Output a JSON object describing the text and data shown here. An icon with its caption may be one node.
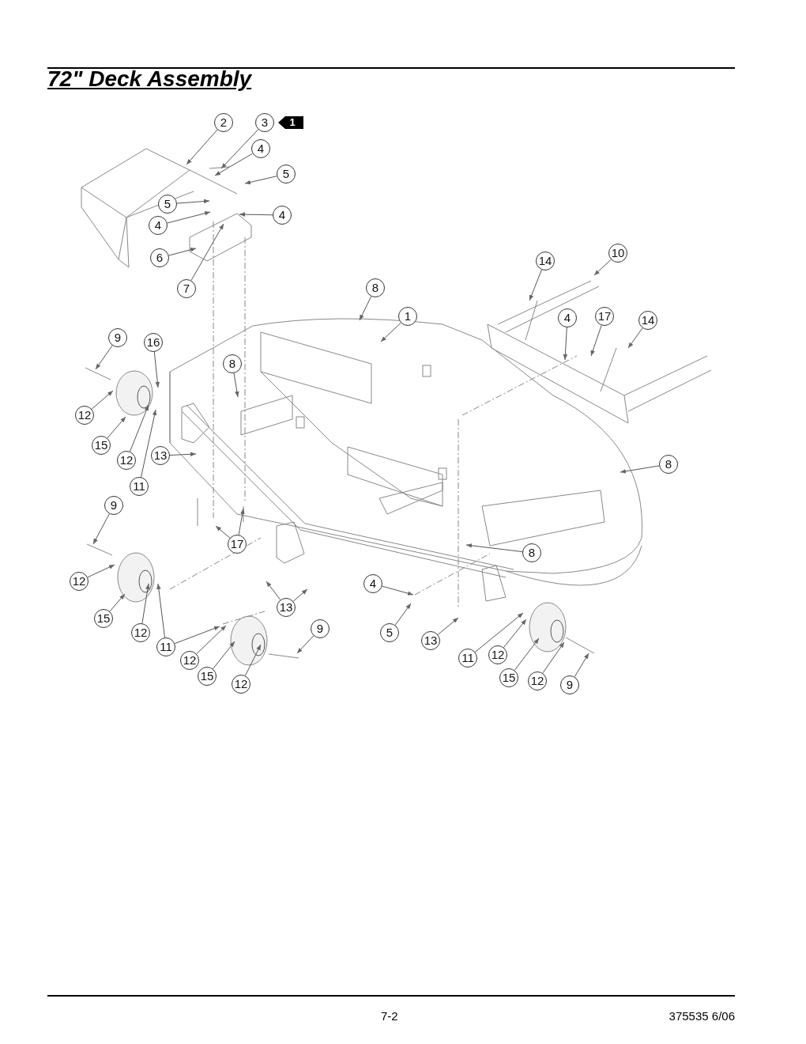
{
  "diagram": {
    "title": "72\" Deck Assembly",
    "nodes": [
      {
        "text": [
          "2"
        ]
      },
      {
        "text": [
          "3"
        ]
      },
      {
        "text": [
          "4"
        ]
      },
      {
        "text": [
          "5"
        ]
      },
      {
        "text": [
          "5"
        ]
      },
      {
        "text": [
          "4"
        ]
      },
      {
        "text": [
          "4"
        ]
      },
      {
        "text": [
          "6"
        ]
      },
      {
        "text": [
          "7"
        ]
      },
      {
        "text": [
          "10"
        ]
      },
      {
        "text": [
          "14"
        ]
      },
      {
        "text": [
          "8"
        ]
      },
      {
        "text": [
          "1"
        ]
      },
      {
        "text": [
          "4"
        ]
      },
      {
        "text": [
          "17"
        ]
      },
      {
        "text": [
          "14"
        ]
      },
      {
        "text": [
          "9"
        ]
      },
      {
        "text": [
          "16"
        ]
      },
      {
        "text": [
          "8"
        ]
      },
      {
        "text": [
          "12"
        ]
      },
      {
        "text": [
          "15"
        ]
      },
      {
        "text": [
          "12"
        ]
      },
      {
        "text": [
          "11"
        ]
      },
      {
        "text": [
          "13"
        ]
      },
      {
        "text": [
          "8"
        ]
      },
      {
        "text": [
          "9"
        ]
      },
      {
        "text": [
          "17"
        ]
      },
      {
        "text": [
          "8"
        ]
      },
      {
        "text": [
          "12"
        ]
      },
      {
        "text": [
          "15"
        ]
      },
      {
        "text": [
          "12"
        ]
      },
      {
        "text": [
          "11"
        ]
      },
      {
        "text": [
          "13"
        ]
      },
      {
        "text": [
          "9"
        ]
      },
      {
        "text": [
          "4"
        ]
      },
      {
        "text": [
          "5"
        ]
      },
      {
        "text": [
          "13"
        ]
      },
      {
        "text": [
          "11"
        ]
      },
      {
        "text": [
          "12"
        ]
      },
      {
        "text": [
          "15"
        ]
      },
      {
        "text": [
          "12"
        ]
      },
      {
        "text": [
          "9"
        ]
      },
      {
        "text": [
          "12"
        ]
      },
      {
        "text": [
          "15"
        ]
      },
      {
        "text": [
          "12"
        ]
      }
    ],
    "edges": [
      {
        "from": 0,
        "to": null,
        "arrow": "to"
      },
      {
        "from": 1,
        "to": null,
        "arrow": "to"
      },
      {
        "from": 2,
        "to": null,
        "arrow": "to"
      },
      {
        "from": 3,
        "to": null,
        "arrow": "to"
      },
      {
        "from": 4,
        "to": null,
        "arrow": "to"
      },
      {
        "from": 5,
        "to": null,
        "arrow": "to"
      },
      {
        "from": 6,
        "to": null,
        "arrow": "to"
      },
      {
        "from": 7,
        "to": null,
        "arrow": "to"
      },
      {
        "from": 8,
        "to": null,
        "arrow": "to"
      },
      {
        "from": 9,
        "to": null,
        "arrow": "to"
      },
      {
        "from": 10,
        "to": null,
        "arrow": "to"
      },
      {
        "from": 11,
        "to": null,
        "arrow": "to"
      },
      {
        "from": 12,
        "to": null,
        "arrow": "to"
      },
      {
        "from": 13,
        "to": null,
        "arrow": "to"
      },
      {
        "from": 14,
        "to": null,
        "arrow": "to"
      },
      {
        "from": 15,
        "to": null,
        "arrow": "to"
      },
      {
        "from": 16,
        "to": null,
        "arrow": "to"
      },
      {
        "from": 17,
        "to": null,
        "arrow": "to"
      },
      {
        "from": 18,
        "to": null,
        "arrow": "to"
      },
      {
        "from": 19,
        "to": null,
        "arrow": "to"
      },
      {
        "from": 20,
        "to": null,
        "arrow": "to"
      },
      {
        "from": 21,
        "to": null,
        "arrow": "to"
      },
      {
        "from": 22,
        "to": null,
        "arrow": "to"
      },
      {
        "from": 23,
        "to": null,
        "arrow": "to"
      },
      {
        "from": 24,
        "to": null,
        "arrow": "to"
      },
      {
        "from": 25,
        "to": null,
        "arrow": "to"
      },
      {
        "from": 26,
        "to": null,
        "arrow": "to"
      },
      {
        "from": 26,
        "to": null,
        "arrow": "to"
      },
      {
        "from": 27,
        "to": null,
        "arrow": "to"
      },
      {
        "from": 28,
        "to": null,
        "arrow": "to"
      },
      {
        "from": 29,
        "to": null,
        "arrow": "to"
      },
      {
        "from": 30,
        "to": null,
        "arrow": "to"
      },
      {
        "from": 31,
        "to": null,
        "arrow": "to"
      },
      {
        "from": 31,
        "to": null,
        "arrow": "to"
      },
      {
        "from": 32,
        "to": null,
        "arrow": "to"
      },
      {
        "from": 32,
        "to": null,
        "arrow": "to"
      },
      {
        "from": 33,
        "to": null,
        "arrow": "to"
      },
      {
        "from": 34,
        "to": null,
        "arrow": "to"
      },
      {
        "from": 35,
        "to": null,
        "arrow": "to"
      },
      {
        "from": 36,
        "to": null,
        "arrow": "to"
      },
      {
        "from": 37,
        "to": null,
        "arrow": "to"
      },
      {
        "from": 38,
        "to": null,
        "arrow": "to"
      },
      {
        "from": 39,
        "to": null,
        "arrow": "to"
      },
      {
        "from": 40,
        "to": null,
        "arrow": "to"
      },
      {
        "from": 41,
        "to": null,
        "arrow": "to"
      },
      {
        "from": 42,
        "to": null,
        "arrow": "to"
      },
      {
        "from": 43,
        "to": null,
        "arrow": "to"
      },
      {
        "from": 44,
        "to": null,
        "arrow": "to"
      }
    ],
    "labels": [
      "1",
      "7-2",
      "375535 6/06"
    ]
  }
}
